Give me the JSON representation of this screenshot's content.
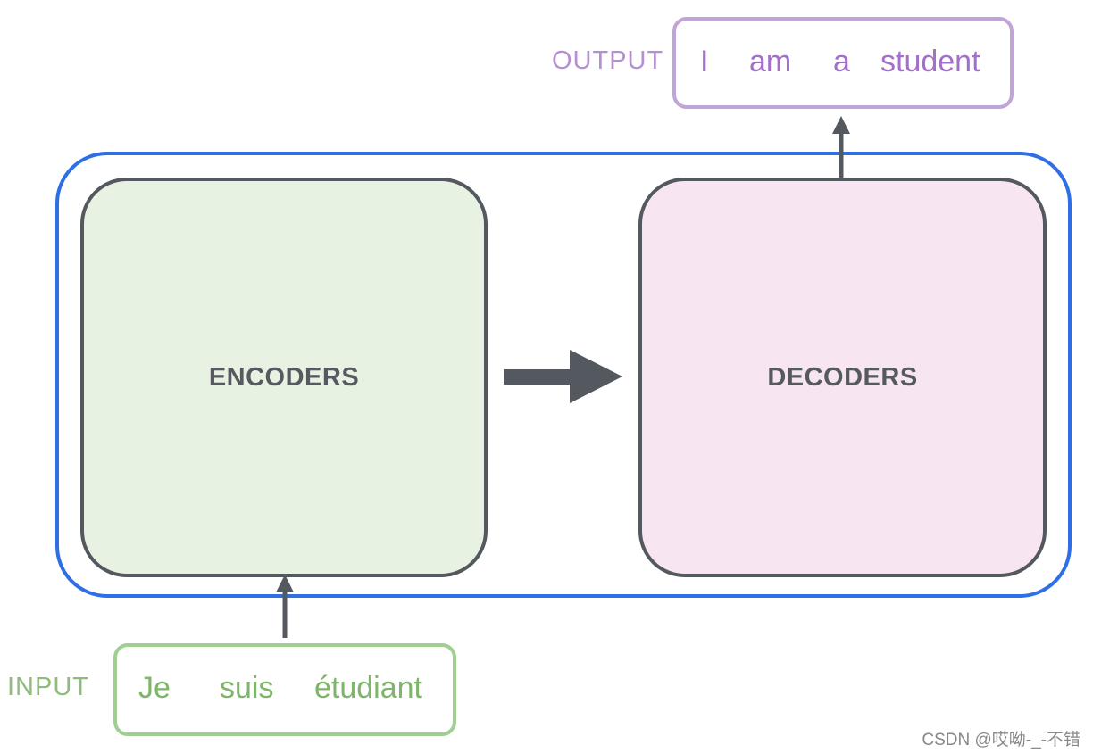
{
  "output": {
    "label": "OUTPUT",
    "words": [
      "I",
      "am",
      "a",
      "student"
    ]
  },
  "input": {
    "label": "INPUT",
    "words": [
      "Je",
      "suis",
      "étudiant"
    ]
  },
  "encoders": {
    "label": "ENCODERS"
  },
  "decoders": {
    "label": "DECODERS"
  },
  "watermark": "CSDN @哎呦-_-不错",
  "colors": {
    "outer_border": "#2e6fe6",
    "block_border": "#54585f",
    "encoders_fill": "#e7f2e3",
    "decoders_fill": "#f7e6f1",
    "output_text": "#a36fcb",
    "input_text": "#7fb56a"
  }
}
